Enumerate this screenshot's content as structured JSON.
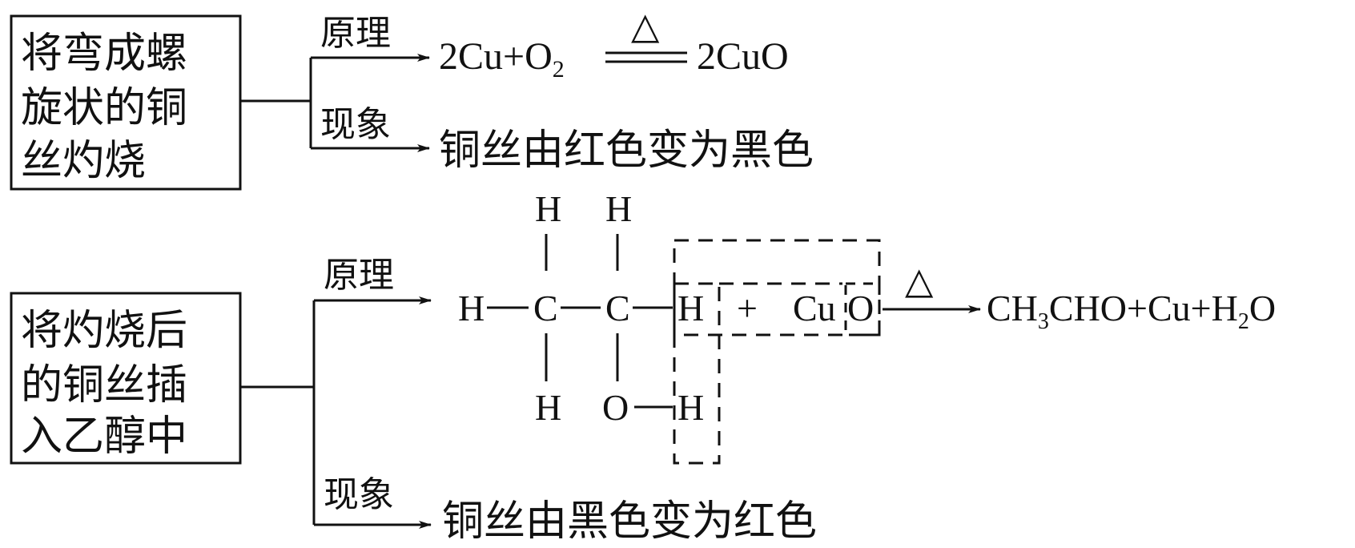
{
  "step1": {
    "box_lines": [
      "将弯成螺",
      "旋状的铜",
      "丝灼烧"
    ],
    "principle_label": "原理",
    "phenomenon_label": "现象",
    "eq_left": "2Cu+O",
    "eq_sub": "2",
    "eq_condition": "△",
    "eq_right": "2CuO",
    "phenomenon_text": "铜丝由红色变为黑色"
  },
  "step2": {
    "box_lines": [
      "将灼烧后",
      "的铜丝插",
      "入乙醇中"
    ],
    "principle_label": "原理",
    "phenomenon_label": "现象",
    "structure": {
      "top_h1": "H",
      "top_h2": "H",
      "left_h": "H",
      "c1": "C",
      "c2": "C",
      "right_h": "H",
      "bottom_h": "H",
      "o": "O",
      "oh_h": "H"
    },
    "plus": "+",
    "reagent_cu": "Cu",
    "reagent_o": "O",
    "condition": "△",
    "product_parts": {
      "p1": "CH",
      "sub3": "3",
      "p2": "CHO+Cu+H",
      "sub2": "2",
      "p3": "O"
    },
    "phenomenon_text": "铜丝由黑色变为红色"
  }
}
